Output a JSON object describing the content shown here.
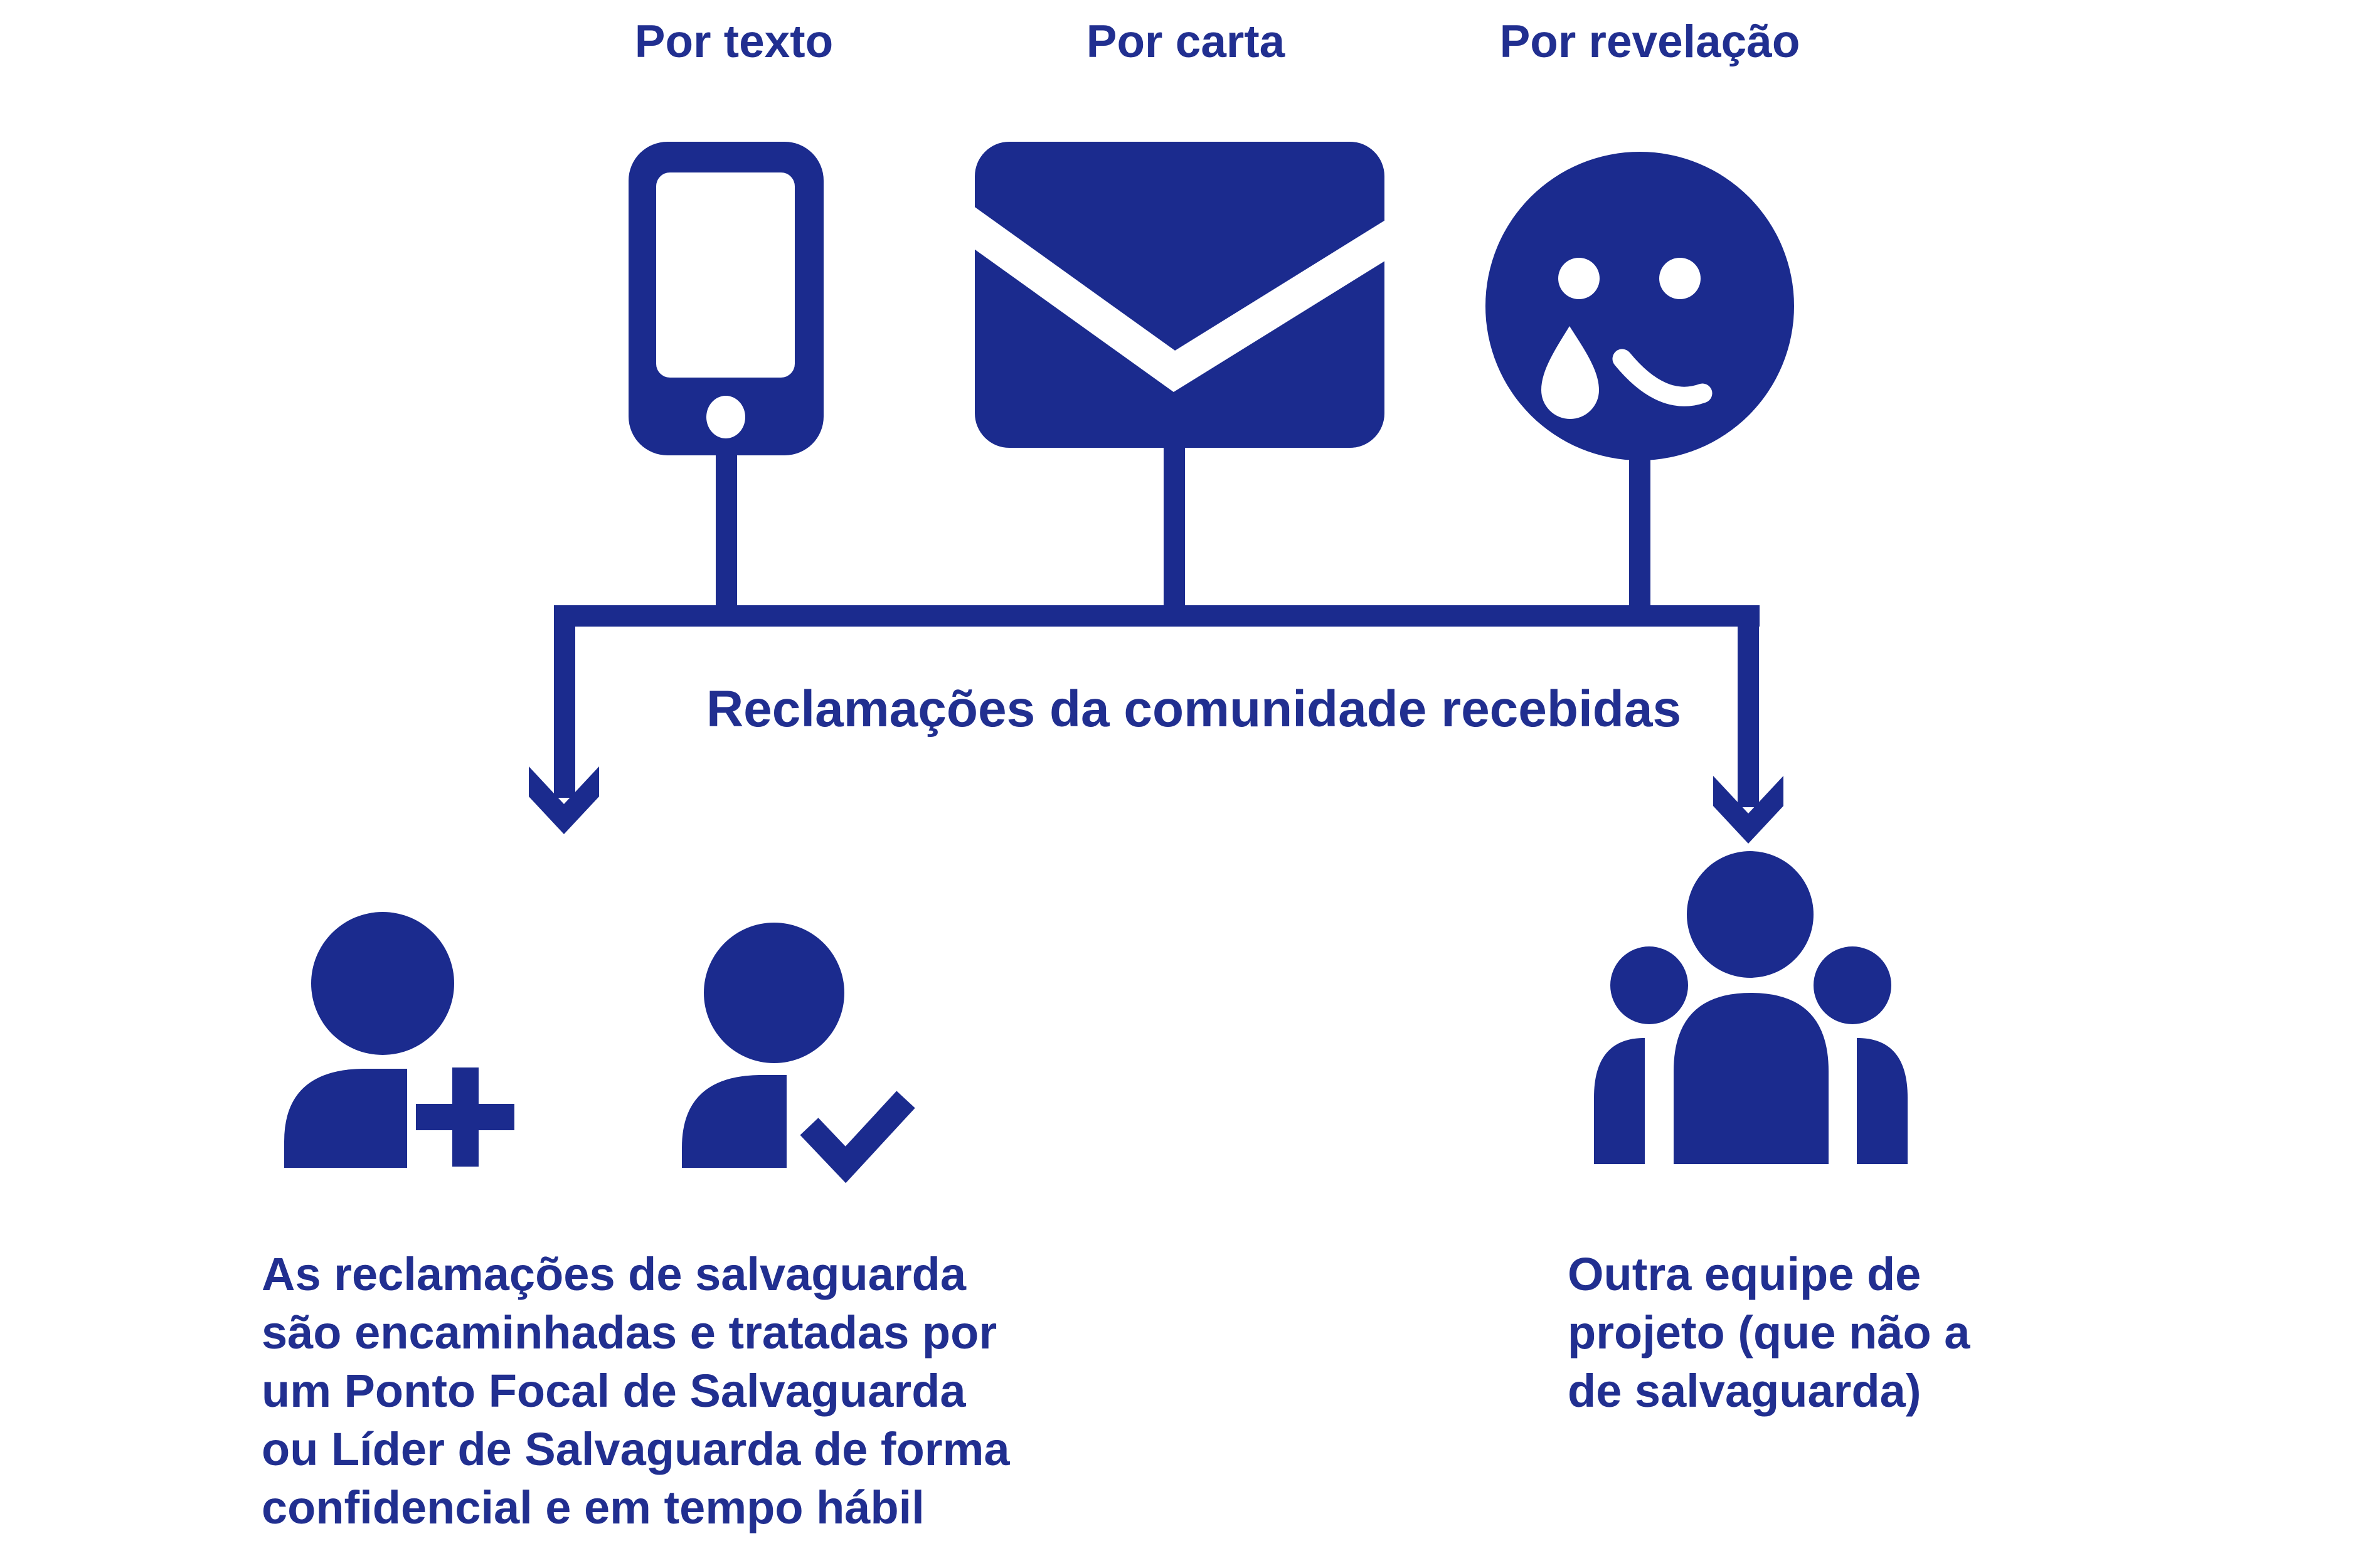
{
  "diagram": {
    "title": "Reclamações da comunidade recebidas",
    "colors": {
      "icon_blue": "#1B2B8E",
      "text_blue": "#212F90",
      "background": "#FFFFFF"
    },
    "channels": [
      {
        "label": "Por texto",
        "icon": "phone-icon"
      },
      {
        "label": "Por carta",
        "icon": "envelope-icon"
      },
      {
        "label": "Por revelação",
        "icon": "sad-face-icon"
      }
    ],
    "outcomes": {
      "left": {
        "icons": [
          "person-add-icon",
          "person-check-icon"
        ],
        "lines": [
          "As reclamações de salvaguarda",
          "são encaminhadas e tratadas por",
          "um Ponto Focal de Salvaguarda",
          "ou Líder de Salvaguarda de forma",
          "confidencial e em tempo hábil"
        ]
      },
      "right": {
        "icons": [
          "group-icon"
        ],
        "lines": [
          "Outra equipe de",
          "projeto (que não a",
          "de salvaguarda)"
        ]
      }
    }
  }
}
